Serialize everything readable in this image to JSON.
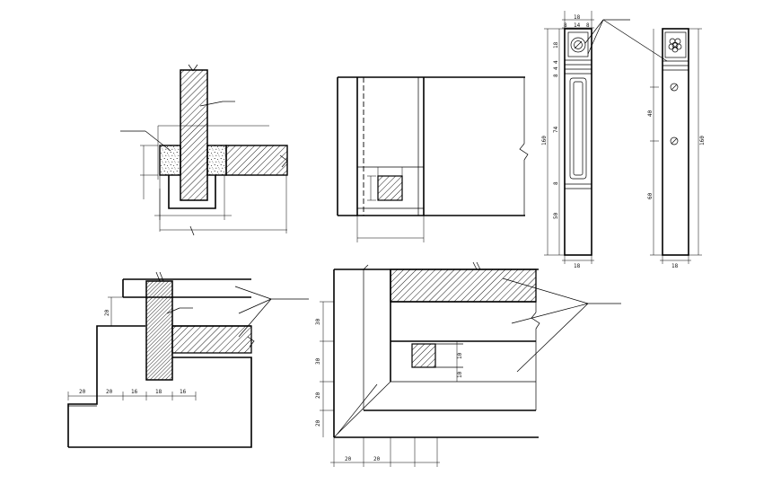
{
  "dimensions": {
    "post_front": {
      "top": "18",
      "head_inner": "14",
      "head_side_left": "8",
      "head_side_right": "8",
      "cap": "18",
      "collar_a": "4",
      "collar_b": "4",
      "neck": "8",
      "shaft": "74",
      "lower_neck": "8",
      "base": "50",
      "total": "160",
      "bottom": "18"
    },
    "post_side": {
      "upper": "40",
      "lower": "60",
      "total": "160",
      "bottom": "18"
    },
    "joint_elevation": {
      "height": "20",
      "bottom": [
        "20",
        "20",
        "16",
        "18",
        "16"
      ]
    },
    "corner_detail": {
      "vertical": [
        "30",
        "30",
        "20",
        "20"
      ],
      "block": [
        "10",
        "10"
      ],
      "bottom": [
        "20",
        "20"
      ]
    }
  },
  "colors": {
    "line": "#000000",
    "background": "#ffffff"
  }
}
